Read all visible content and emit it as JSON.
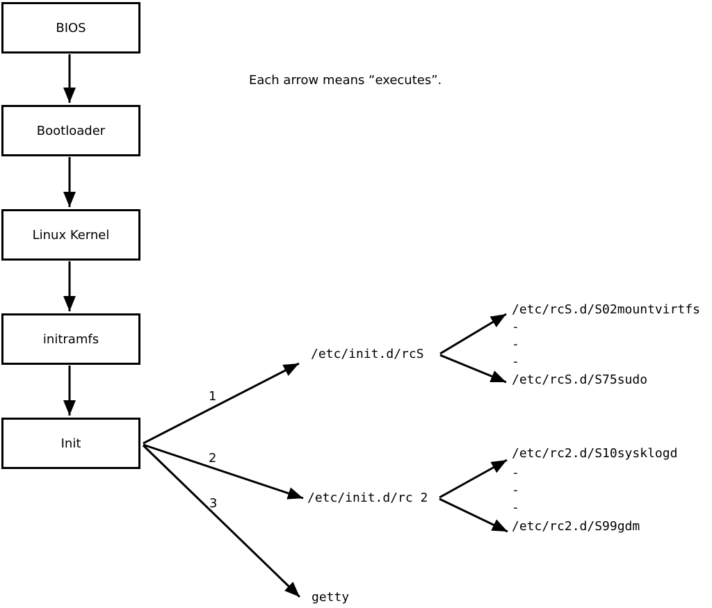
{
  "note": "Each arrow means “executes”.",
  "diagram_colors": {
    "stroke": "#000000",
    "background": "#ffffff"
  },
  "boxes": [
    {
      "label": "BIOS"
    },
    {
      "label": "Bootloader"
    },
    {
      "label": "Linux Kernel"
    },
    {
      "label": "initramfs"
    },
    {
      "label": "Init"
    }
  ],
  "branches": [
    {
      "order": "1",
      "target": "/etc/init.d/rcS",
      "children": [
        "/etc/rcS.d/S02mountvirtfs",
        "-",
        "-",
        "-",
        "/etc/rcS.d/S75sudo"
      ]
    },
    {
      "order": "2",
      "target": "/etc/init.d/rc 2",
      "children": [
        "/etc/rc2.d/S10sysklogd",
        "-",
        "-",
        "-",
        "/etc/rc2.d/S99gdm"
      ]
    },
    {
      "order": "3",
      "target": "getty"
    }
  ]
}
